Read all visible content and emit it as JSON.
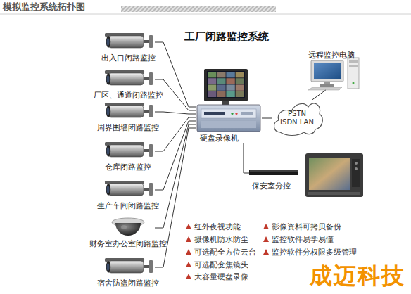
{
  "diagram": {
    "title": "工厂闭路监控系统",
    "nodes": [
      {
        "text": [
          "出入口闭路监控"
        ]
      },
      {
        "text": [
          "厂区、通道闭路监控"
        ]
      },
      {
        "text": [
          "周界围墙闭路监控"
        ]
      },
      {
        "text": [
          "仓库闭路监控"
        ]
      },
      {
        "text": [
          "生产车间闭路监控"
        ]
      },
      {
        "text": [
          "财务室办公室闭路监控"
        ]
      },
      {
        "text": [
          "宿舍防盗闭路监控"
        ]
      },
      {
        "text": [
          "硬盘录像机"
        ]
      },
      {
        "text": [
          "PSTN ISDN LAN"
        ]
      },
      {
        "text": [
          "远程监控电脑"
        ]
      },
      {
        "text": [
          "保安室分控"
        ]
      }
    ],
    "edges": [
      {
        "from": 0,
        "to": 7,
        "arrow": "none"
      },
      {
        "from": 1,
        "to": 7,
        "arrow": "none"
      },
      {
        "from": 2,
        "to": 7,
        "arrow": "none"
      },
      {
        "from": 3,
        "to": 7,
        "arrow": "none"
      },
      {
        "from": 4,
        "to": 7,
        "arrow": "none"
      },
      {
        "from": 5,
        "to": 7,
        "arrow": "none"
      },
      {
        "from": 6,
        "to": 7,
        "arrow": "none"
      },
      {
        "from": 7,
        "to": 8,
        "arrow": "none"
      },
      {
        "from": 8,
        "to": 9,
        "arrow": "none"
      },
      {
        "from": 7,
        "to": 10,
        "arrow": "none"
      }
    ],
    "labels": [
      "模拟监控系统拓扑图",
      "红外夜视功能",
      "摄像机防水防尘",
      "可选配全方位云台",
      "可选配变焦镜头",
      "大容量硬盘录像",
      "影像资料可拷贝备份",
      "监控软件易学易懂",
      "监控软件分权限多级管理",
      "成迈科技"
    ]
  }
}
